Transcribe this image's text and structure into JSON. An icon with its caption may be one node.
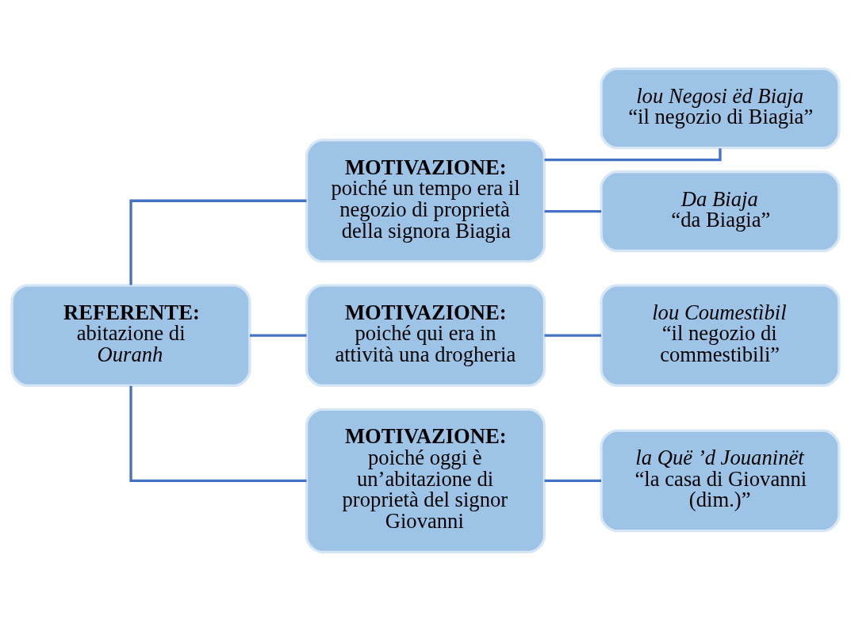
{
  "diagram": {
    "nodes": [
      {
        "text": [
          "REFERENTE:",
          "abitazione di *Ouranh*"
        ]
      },
      {
        "text": [
          "MOTIVAZIONE:",
          "poiché un tempo era il negozio di proprietà della signora Biagia"
        ]
      },
      {
        "text": [
          "lou Negosi ëd Biaja",
          "“il negozio di Biagia”"
        ]
      },
      {
        "text": [
          "Da Biaja",
          "“da Biagia”"
        ]
      },
      {
        "text": [
          "MOTIVAZIONE:",
          "poiché qui era in attività una drogheria"
        ]
      },
      {
        "text": [
          "lou Coumestìbil",
          "“il negozio di commestibili”"
        ]
      },
      {
        "text": [
          "MOTIVAZIONE:",
          "poiché oggi è un’abitazione di proprietà del signor Giovanni"
        ]
      },
      {
        "text": [
          "la Quë ’d Jouaninët",
          "“la casa di Giovanni (dim.)”"
        ]
      }
    ],
    "edges": [
      {
        "from": 0,
        "to": 1,
        "arrow": "none"
      },
      {
        "from": 0,
        "to": 4,
        "arrow": "none"
      },
      {
        "from": 0,
        "to": 6,
        "arrow": "none"
      },
      {
        "from": 1,
        "to": 2,
        "arrow": "none"
      },
      {
        "from": 1,
        "to": 3,
        "arrow": "none"
      },
      {
        "from": 4,
        "to": 5,
        "arrow": "none"
      },
      {
        "from": 6,
        "to": 7,
        "arrow": "none"
      }
    ]
  }
}
